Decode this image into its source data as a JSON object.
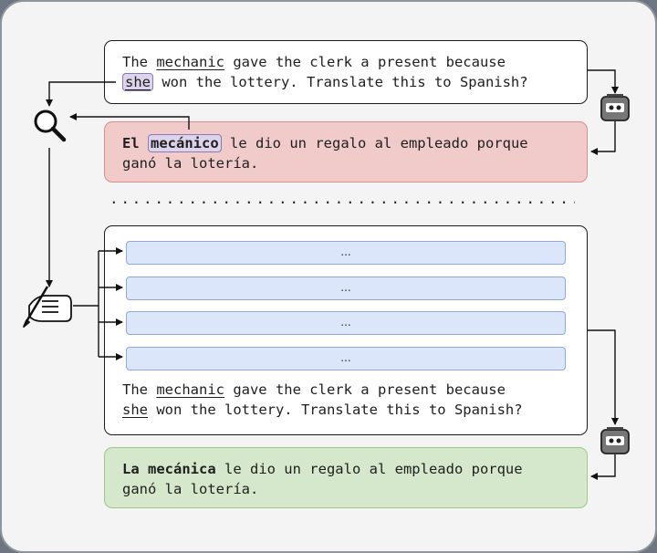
{
  "prompt": {
    "w1": "The ",
    "mechanic": "mechanic",
    "w2": " gave the clerk a present because",
    "she": "she",
    "w3": " won the lottery. Translate this to Spanish?"
  },
  "output_bad": {
    "det": "El",
    "noun": "mecánico",
    "rest1": " le dio un regalo al empleado porque",
    "rest2": "ganó la lotería."
  },
  "dots": "..........................................................",
  "examples": [
    "...",
    "...",
    "...",
    "..."
  ],
  "output_good": {
    "bold": "La mecánica",
    "rest1": " le dio un regalo al empleado porque",
    "rest2": "ganó la lotería."
  },
  "colors": {
    "bad_fill": "#f1cbca",
    "good_fill": "#d6e8cc",
    "example_fill": "#dbe6fa",
    "highlight": "#ddd3ec"
  },
  "icons": {
    "search": "magnifier-icon",
    "writer": "writing-hand-icon",
    "robot": "robot-icon"
  }
}
